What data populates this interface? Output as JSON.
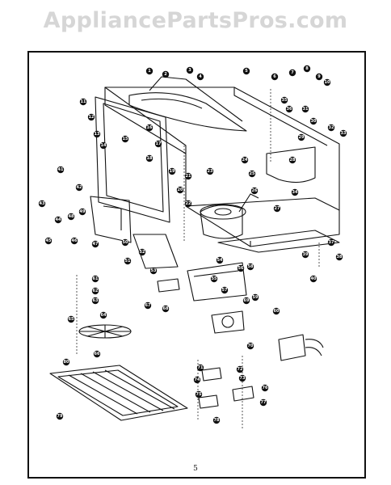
{
  "watermark": "AppliancePartsPros.com",
  "page_number": "5",
  "colors": {
    "ink": "#111111",
    "paper": "#ffffff",
    "watermark": "#d6d6d6"
  },
  "callouts": [
    "1",
    "2",
    "3",
    "4",
    "5",
    "6",
    "7",
    "8",
    "9",
    "10",
    "11",
    "12",
    "13",
    "14",
    "15",
    "16",
    "17",
    "18",
    "19",
    "20",
    "21",
    "22",
    "23",
    "24",
    "25",
    "26",
    "27",
    "28",
    "29",
    "30",
    "31",
    "32",
    "33",
    "34",
    "35",
    "36",
    "37",
    "38",
    "39",
    "40",
    "41",
    "42",
    "43",
    "44",
    "45",
    "46",
    "47",
    "48",
    "49",
    "50",
    "51",
    "52",
    "53",
    "54",
    "55",
    "56",
    "57",
    "58",
    "59",
    "60",
    "61",
    "62",
    "63",
    "64",
    "65",
    "66",
    "67",
    "68",
    "69",
    "70",
    "71",
    "72",
    "73",
    "74",
    "75",
    "76",
    "77",
    "78",
    "79",
    "80"
  ]
}
